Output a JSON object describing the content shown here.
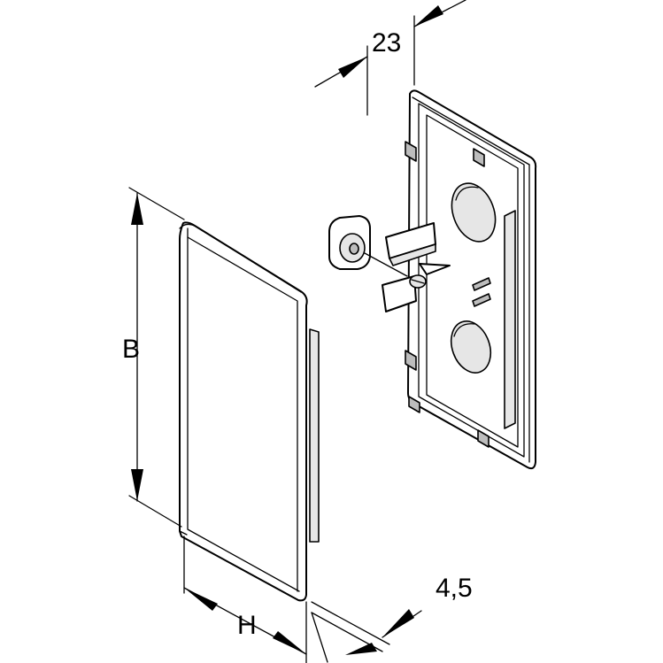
{
  "dimensions": {
    "depth": "23",
    "height": "B",
    "width": "H",
    "thickness": "4,5"
  }
}
